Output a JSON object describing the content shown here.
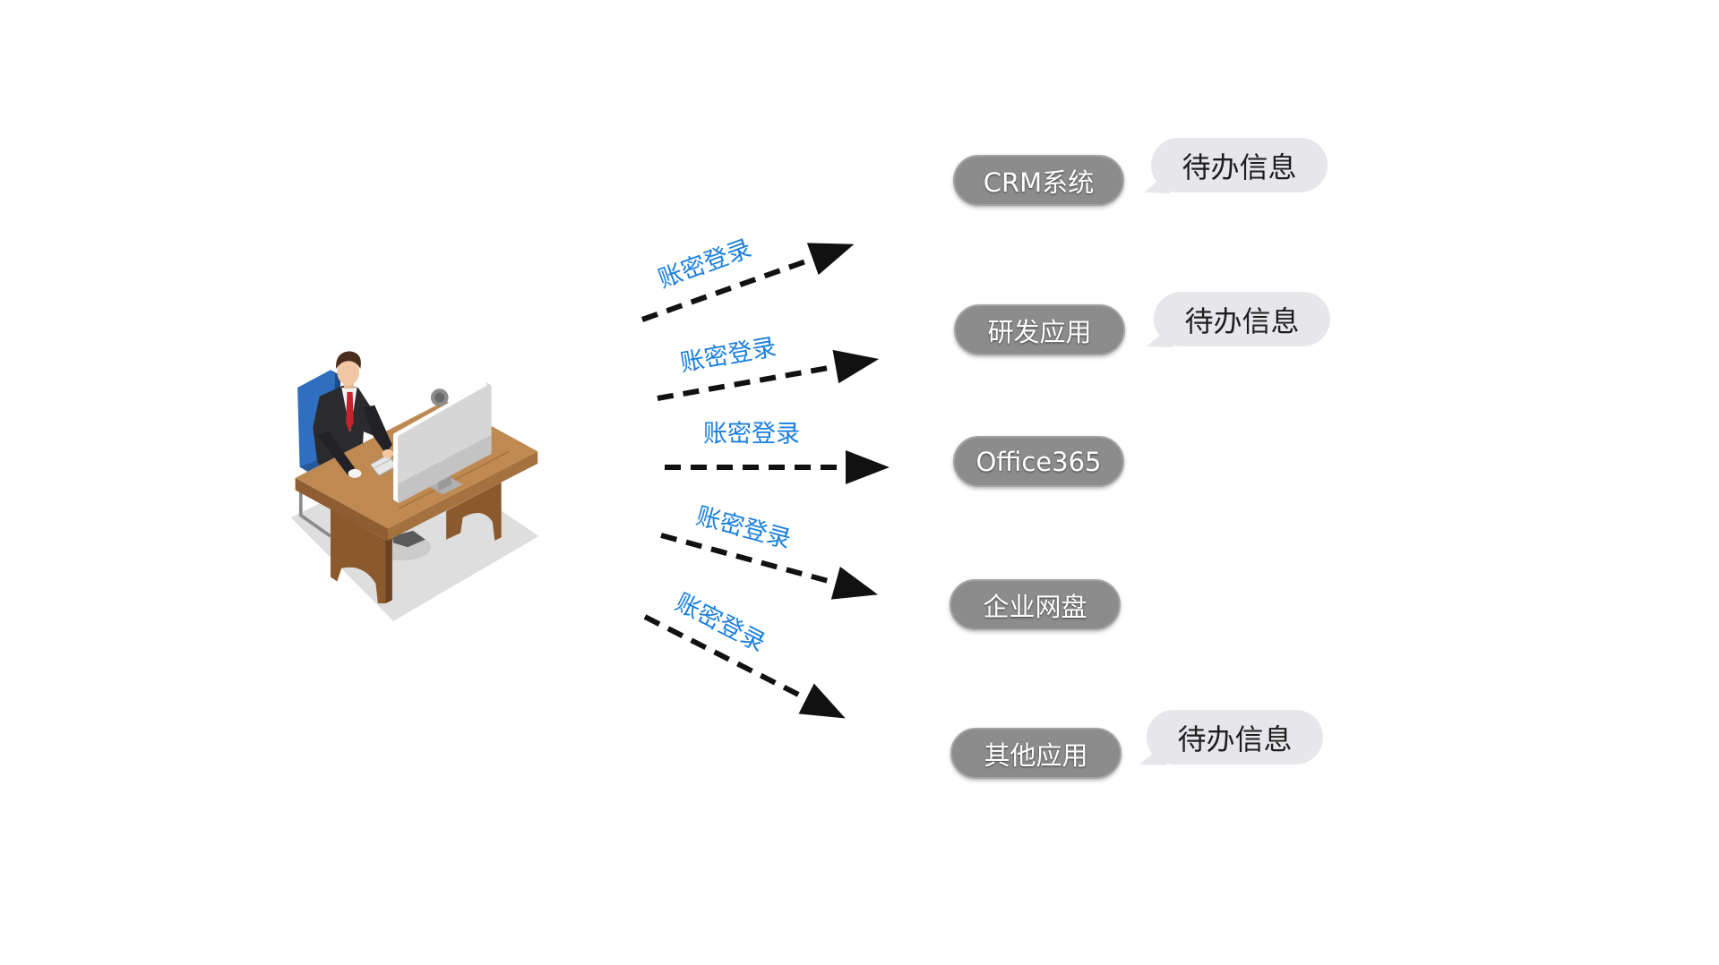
{
  "illustration_icon": "office-worker-at-desk-icon",
  "colors": {
    "label_blue": "#1a7fdd",
    "node_gray": "#8c8c8c",
    "node_text": "#ffffff",
    "bubble_fill": "#e7e7eb",
    "bubble_text": "#1e1e1e",
    "arrow_black": "#111111"
  },
  "flows": [
    {
      "login_label": "账密登录",
      "app": "CRM系统",
      "todo": "待办信息"
    },
    {
      "login_label": "账密登录",
      "app": "研发应用",
      "todo": "待办信息"
    },
    {
      "login_label": "账密登录",
      "app": "Office365"
    },
    {
      "login_label": "账密登录",
      "app": "企业网盘"
    },
    {
      "login_label": "账密登录",
      "app": "其他应用",
      "todo": "待办信息"
    }
  ]
}
